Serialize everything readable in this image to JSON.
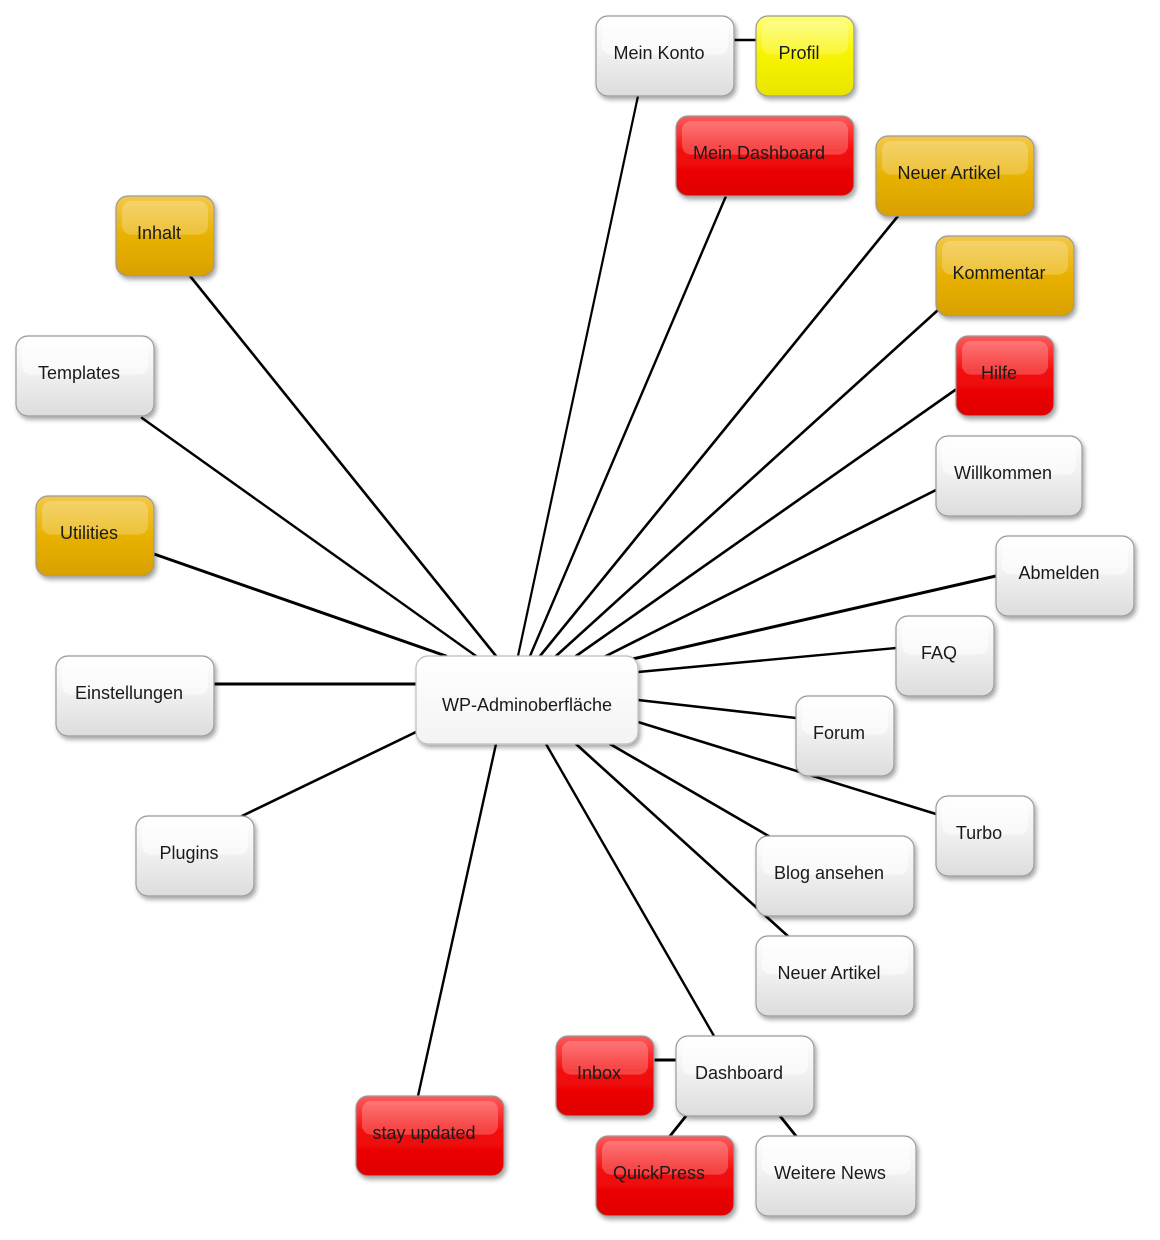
{
  "diagram": {
    "colors": {
      "gray": "#e6e6e6",
      "orange": "#e8b000",
      "red": "#f00000",
      "yellow": "#f5f000",
      "center": "#ffffff"
    },
    "center": {
      "id": "wp-admin",
      "label": "WP-Adminoberfläche",
      "color": "center"
    },
    "nodes": [
      {
        "id": "mein-konto",
        "label": "Mein Konto",
        "color": "gray"
      },
      {
        "id": "profil",
        "label": "Profil",
        "color": "yellow"
      },
      {
        "id": "mein-dashboard",
        "label": "Mein Dashboard",
        "color": "red"
      },
      {
        "id": "neuer-artikel-top",
        "label": "Neuer Artikel",
        "color": "orange"
      },
      {
        "id": "kommentar",
        "label": "Kommentar",
        "color": "orange"
      },
      {
        "id": "hilfe",
        "label": "Hilfe",
        "color": "red"
      },
      {
        "id": "willkommen",
        "label": "Willkommen",
        "color": "gray"
      },
      {
        "id": "abmelden",
        "label": "Abmelden",
        "color": "gray"
      },
      {
        "id": "faq",
        "label": "FAQ",
        "color": "gray"
      },
      {
        "id": "forum",
        "label": "Forum",
        "color": "gray"
      },
      {
        "id": "turbo",
        "label": "Turbo",
        "color": "gray"
      },
      {
        "id": "blog-ansehen",
        "label": "Blog ansehen",
        "color": "gray"
      },
      {
        "id": "neuer-artikel-bottom",
        "label": "Neuer Artikel",
        "color": "gray"
      },
      {
        "id": "dashboard",
        "label": "Dashboard",
        "color": "gray"
      },
      {
        "id": "inbox",
        "label": "Inbox",
        "color": "red"
      },
      {
        "id": "quickpress",
        "label": "QuickPress",
        "color": "red"
      },
      {
        "id": "weitere-news",
        "label": "Weitere News",
        "color": "gray"
      },
      {
        "id": "stay-updated",
        "label": "stay updated",
        "color": "red"
      },
      {
        "id": "plugins",
        "label": "Plugins",
        "color": "gray"
      },
      {
        "id": "einstellungen",
        "label": "Einstellungen",
        "color": "gray"
      },
      {
        "id": "utilities",
        "label": "Utilities",
        "color": "orange"
      },
      {
        "id": "templates",
        "label": "Templates",
        "color": "gray"
      },
      {
        "id": "inhalt",
        "label": "Inhalt",
        "color": "orange"
      }
    ],
    "edges": [
      {
        "from": "wp-admin",
        "to": "mein-konto"
      },
      {
        "from": "mein-konto",
        "to": "profil"
      },
      {
        "from": "wp-admin",
        "to": "mein-dashboard"
      },
      {
        "from": "wp-admin",
        "to": "neuer-artikel-top"
      },
      {
        "from": "wp-admin",
        "to": "kommentar"
      },
      {
        "from": "wp-admin",
        "to": "hilfe"
      },
      {
        "from": "wp-admin",
        "to": "willkommen"
      },
      {
        "from": "wp-admin",
        "to": "abmelden"
      },
      {
        "from": "wp-admin",
        "to": "faq"
      },
      {
        "from": "wp-admin",
        "to": "forum"
      },
      {
        "from": "wp-admin",
        "to": "turbo"
      },
      {
        "from": "wp-admin",
        "to": "blog-ansehen"
      },
      {
        "from": "wp-admin",
        "to": "neuer-artikel-bottom"
      },
      {
        "from": "wp-admin",
        "to": "dashboard"
      },
      {
        "from": "dashboard",
        "to": "inbox"
      },
      {
        "from": "dashboard",
        "to": "quickpress"
      },
      {
        "from": "dashboard",
        "to": "weitere-news"
      },
      {
        "from": "wp-admin",
        "to": "stay-updated"
      },
      {
        "from": "wp-admin",
        "to": "plugins"
      },
      {
        "from": "wp-admin",
        "to": "einstellungen"
      },
      {
        "from": "wp-admin",
        "to": "utilities"
      },
      {
        "from": "wp-admin",
        "to": "templates"
      },
      {
        "from": "wp-admin",
        "to": "inhalt"
      }
    ]
  }
}
